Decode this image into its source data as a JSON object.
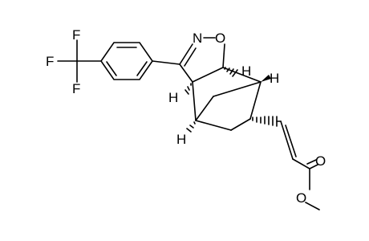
{
  "atoms": {
    "F1": "F",
    "F2": "F",
    "F3": "F",
    "N": "N",
    "O_ring": "O",
    "H1": "H",
    "H2": "H",
    "H3": "H",
    "H4": "H",
    "O_carbonyl": "O",
    "O_ester": "O"
  },
  "colors": {
    "ink": "#000000",
    "background": "#ffffff"
  }
}
